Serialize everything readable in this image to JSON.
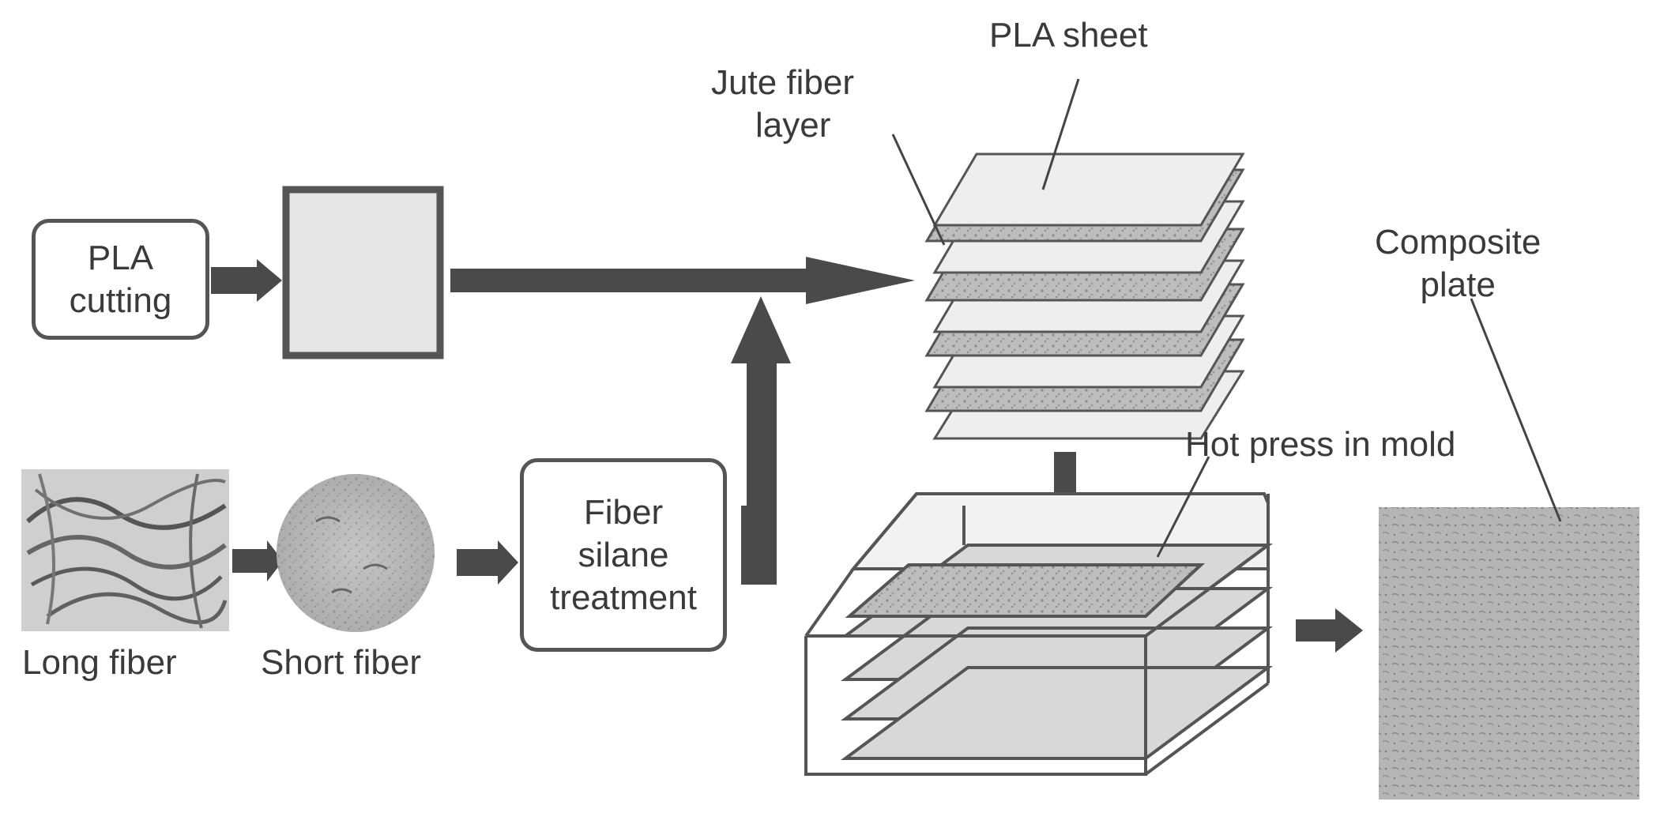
{
  "labels": {
    "pla_cutting": [
      "PLA",
      "cutting"
    ],
    "fiber_treatment": [
      "Fiber",
      "silane",
      "treatment"
    ],
    "long_fiber": "Long fiber",
    "short_fiber": "Short fiber",
    "pla_sheet": "PLA sheet",
    "jute_layer": [
      "Jute fiber",
      "layer"
    ],
    "hot_press": "Hot press in mold",
    "composite_plate": [
      "Composite",
      "plate"
    ]
  },
  "colors": {
    "arrow": "#4a4a4a",
    "stroke": "#555555",
    "pla_fill": "#eeeeee",
    "jute_fill": "#bdbdbd",
    "text": "#3a3a3a"
  }
}
